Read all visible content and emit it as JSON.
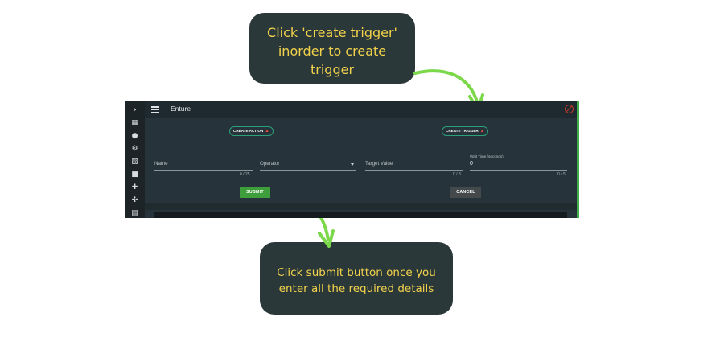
{
  "callouts": {
    "top": [
      "Click 'create trigger'",
      "inorder to create",
      "trigger"
    ],
    "bottom": [
      "Click submit button  once you",
      "enter all the required details"
    ]
  },
  "app": {
    "title": "Enture",
    "sidebar_icons": [
      "chevron-right-icon",
      "dashboard-icon",
      "chat-icon",
      "settings-icon",
      "chart-icon",
      "document-icon",
      "puzzle-icon",
      "network-icon",
      "list-icon"
    ],
    "buttons": {
      "create_action": "CREATE ACTION",
      "create_trigger": "CREATE TRIGGER",
      "submit": "SUBMIT",
      "cancel": "CANCEL"
    },
    "form": {
      "name": {
        "label": "Name",
        "counter": "0 / 25"
      },
      "operator": {
        "label": "Operator"
      },
      "target_value": {
        "label": "Target Value",
        "counter": "0 / 8"
      },
      "wait_time": {
        "label": "Wait Time (seconds)",
        "value": "0",
        "counter": "0 / 5"
      }
    }
  },
  "colors": {
    "callout_bg": "#2b3839",
    "callout_text": "#f2d24c",
    "arrow": "#7bd84a",
    "accent_green": "#3f9e3c",
    "pill_border": "#2aa17a"
  }
}
